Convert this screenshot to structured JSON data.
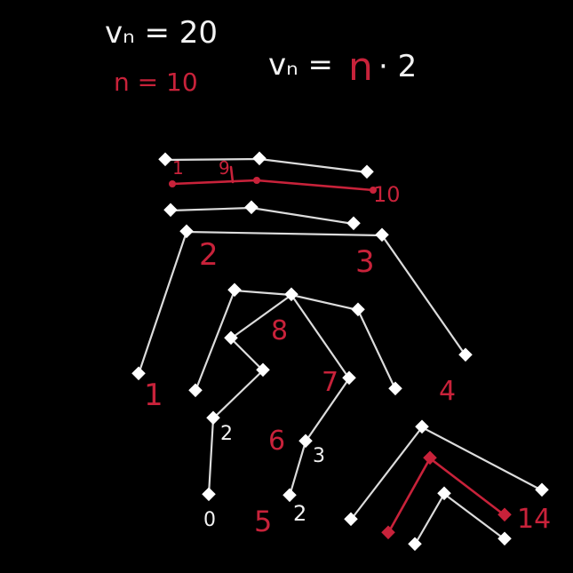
{
  "formulas": {
    "top_left": "vₙ = 20",
    "n_value": "n = 10",
    "rule_lhs": "vₙ =",
    "rule_n": "n",
    "rule_rhs": "· 2"
  },
  "labels": {
    "top_red_1": "1",
    "top_red_9": "9",
    "top_red_10": "10",
    "big_2": "2",
    "big_3": "3",
    "big_1": "1",
    "big_4": "4",
    "center_8": "8",
    "center_7": "7",
    "center_6": "6",
    "left_2_white": "2",
    "left_0_white": "0",
    "left_5_red": "5",
    "mid_3_white": "3",
    "mid_2_white": "2",
    "right_14_red": "14"
  },
  "colors": {
    "background": "#000000",
    "ink_white": "#f2f2f2",
    "ink_red": "#c8223a"
  }
}
